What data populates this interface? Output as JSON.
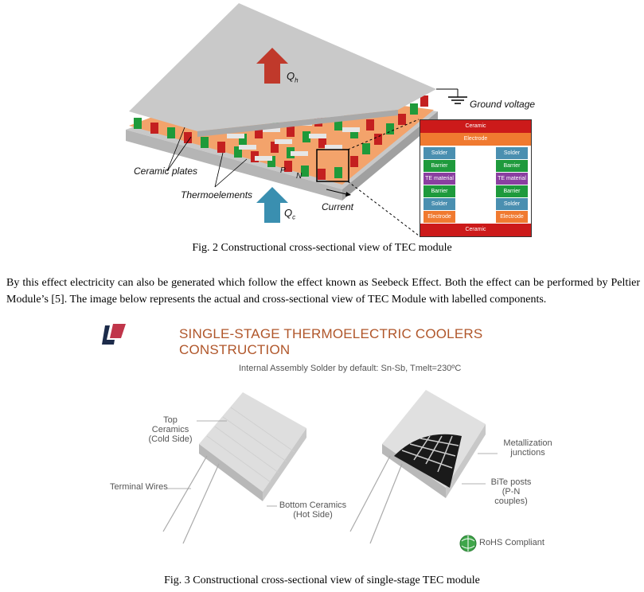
{
  "fig2": {
    "labels": {
      "qh_main": "Q",
      "qh_sub": "h",
      "qc_main": "Q",
      "qc_sub": "c",
      "ground": "Ground voltage",
      "ceramic_plates": "Ceramic plates",
      "thermoelements": "Thermoelements",
      "current": "Current",
      "p": "P",
      "n": "N"
    },
    "stack": {
      "top_ceramic": "Ceramic",
      "top_electrode": "Electrode",
      "left": [
        "Solder",
        "Barrier",
        "TE material",
        "Barrier",
        "Solder",
        "Electrode"
      ],
      "right": [
        "Solder",
        "Barrier",
        "TE material",
        "Barrier",
        "Solder",
        "Electrode"
      ],
      "bottom_ceramic": "Ceramic"
    },
    "colors": {
      "red": "#cc1a1a",
      "orange": "#f07a30",
      "blue": "#4a8fb0",
      "green": "#1e9a3c",
      "purple": "#8a3fa0"
    },
    "caption": "Fig. 2 Constructional cross-sectional view of TEC module"
  },
  "paragraph": "By this effect electricity can also be generated which follow the effect known as Seebeck Effect. Both the effect can be performed by Peltier Module’s [5]. The image below represents the actual and cross-sectional view of TEC Module with labelled components.",
  "fig3": {
    "title": "SINGLE-STAGE THERMOELECTRIC COOLERS CONSTRUCTION",
    "subtitle": "Internal Assembly Solder by default: Sn-Sb, Tmelt=230ºC",
    "labels": {
      "top_ceramics_1": "Top Ceramics",
      "top_ceramics_2": "(Cold Side)",
      "terminal_wires": "Terminal Wires",
      "bottom_ceramics_1": "Bottom Ceramics",
      "bottom_ceramics_2": "(Hot Side)",
      "metallization_1": "Metallization",
      "metallization_2": "junctions",
      "bite_1": "BiTe posts",
      "bite_2": "(P-N couples)",
      "rohs": "RoHS Compliant"
    },
    "caption": "Fig. 3 Constructional cross-sectional view of single-stage TEC module"
  }
}
